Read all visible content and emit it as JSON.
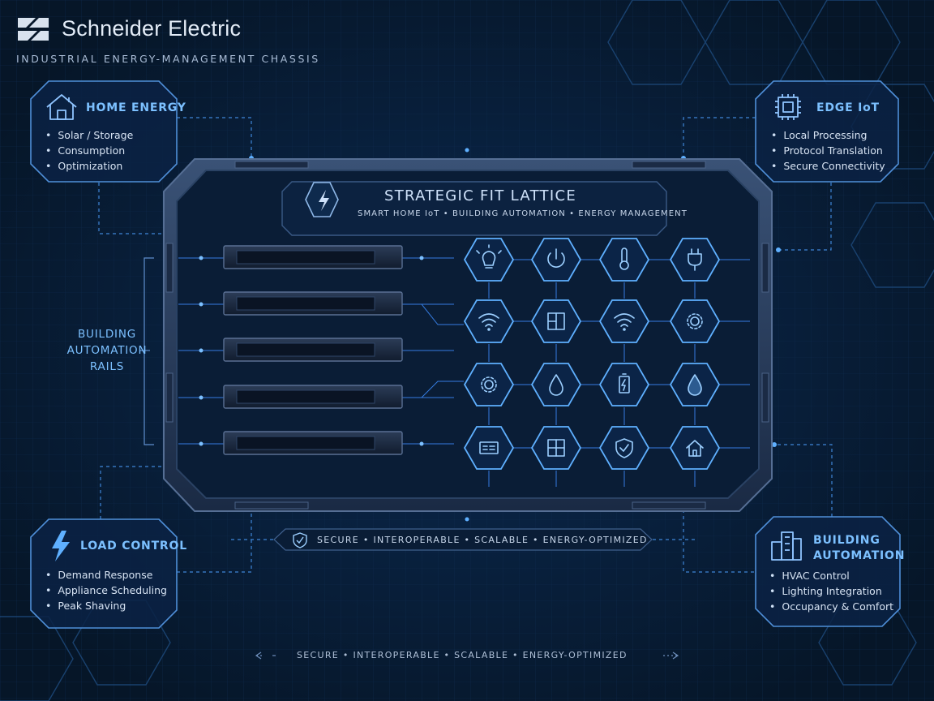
{
  "header": {
    "brand_name": "Schneider Electric",
    "tagline": "INDUSTRIAL ENERGY-MANAGEMENT CHASSIS"
  },
  "lattice": {
    "title": "STRATEGIC FIT LATTICE",
    "subtitle": "SMART HOME IoT  •  BUILDING AUTOMATION  •  ENERGY MANAGEMENT"
  },
  "panels": {
    "home_energy": {
      "title": "HOME ENERGY",
      "items": [
        "Solar / Storage",
        "Consumption",
        "Optimization"
      ]
    },
    "edge_iot": {
      "title": "EDGE IoT",
      "items": [
        "Local Processing",
        "Protocol Translation",
        "Secure Connectivity"
      ]
    },
    "load_control": {
      "title": "LOAD CONTROL",
      "items": [
        "Demand Response",
        "Appliance Scheduling",
        "Peak Shaving"
      ]
    },
    "building_automation": {
      "title_line1": "BUILDING",
      "title_line2": "AUTOMATION",
      "items": [
        "HVAC Control",
        "Lighting Integration",
        "Occupancy & Comfort"
      ]
    }
  },
  "rails": {
    "line1": "BUILDING",
    "line2": "AUTOMATION",
    "line3": "RAILS"
  },
  "values_pill": "SECURE  •  INTEROPERABLE  •  SCALABLE  •  ENERGY-OPTIMIZED",
  "footer": "SECURE  •  INTEROPERABLE  •  SCALABLE  •  ENERGY-OPTIMIZED",
  "icons": {
    "grid": [
      [
        "lightbulb-icon",
        "power-icon",
        "thermometer-icon",
        "plug-icon"
      ],
      [
        "wifi-icon",
        "panel-icon",
        "wifi-icon",
        "gear-icon"
      ],
      [
        "gear-icon",
        "water-drop-icon",
        "battery-icon",
        "water-drop-icon"
      ],
      [
        "control-panel-icon",
        "window-icon",
        "shield-icon",
        "home-icon"
      ]
    ]
  },
  "colors": {
    "background": "#071a33",
    "accent": "#5fb0ff",
    "glow": "#3d8dff",
    "frame": "#2b3f5e"
  }
}
